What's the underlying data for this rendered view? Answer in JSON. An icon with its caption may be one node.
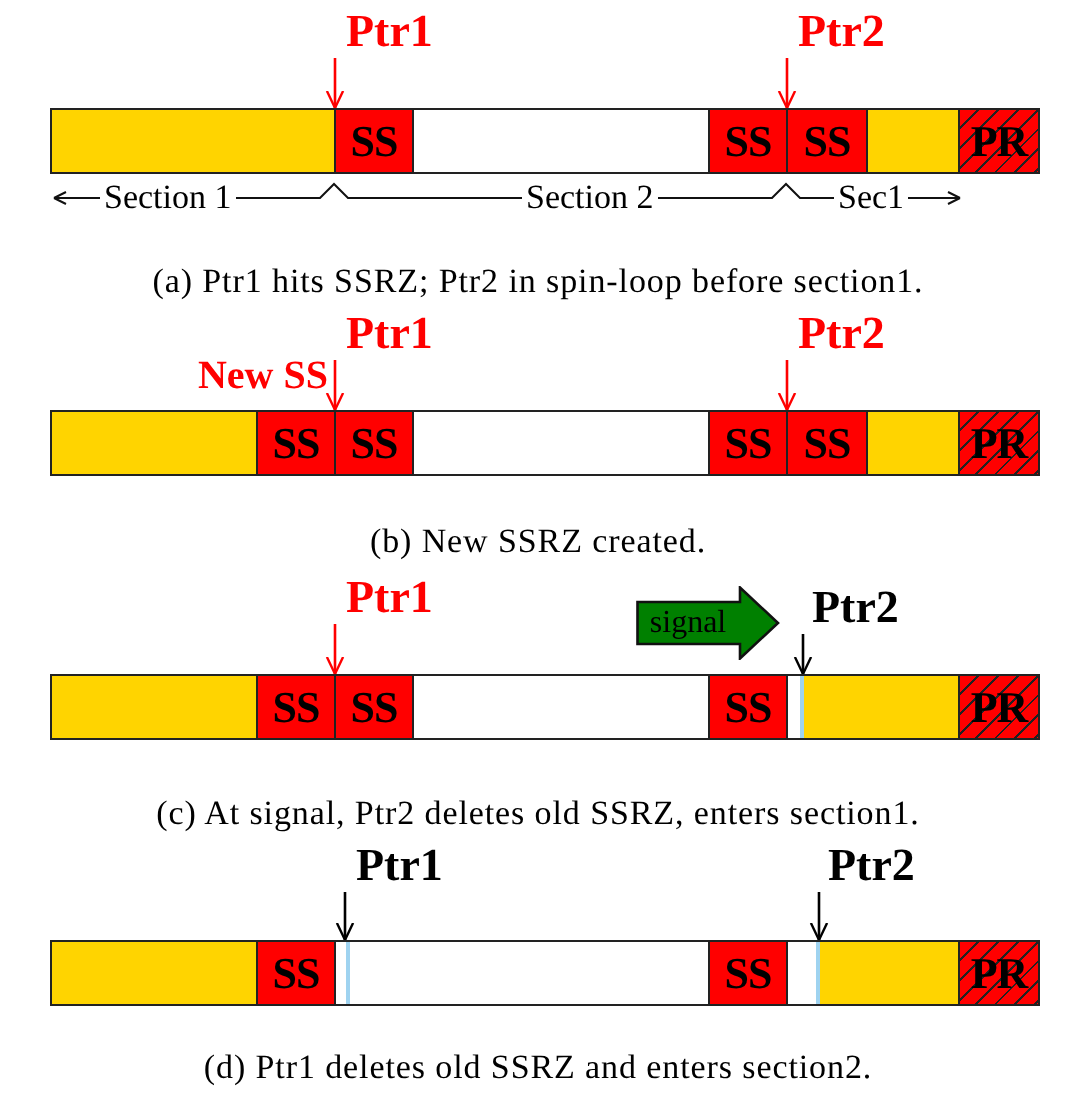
{
  "diagram": {
    "nodes": [
      {
        "text": [
          "Ptr1"
        ]
      },
      {
        "text": [
          "Ptr2"
        ]
      },
      {
        "text": [],
        "shape": "bar"
      },
      {
        "text": [],
        "shape": "box",
        "in": 2
      },
      {
        "text": [
          "SS"
        ],
        "in": 2
      },
      {
        "text": [],
        "shape": "box",
        "in": 2
      },
      {
        "text": [
          "SS"
        ],
        "in": 2
      },
      {
        "text": [
          "SS"
        ],
        "in": 2
      },
      {
        "text": [],
        "shape": "box",
        "in": 2
      },
      {
        "text": [
          "PR"
        ],
        "in": 2
      },
      {
        "text": [
          "Ptr1"
        ]
      },
      {
        "text": [
          "Ptr2"
        ]
      },
      {
        "text": [],
        "shape": "bar"
      },
      {
        "text": [],
        "shape": "box",
        "in": 12
      },
      {
        "text": [
          "SS"
        ],
        "in": 12
      },
      {
        "text": [
          "SS"
        ],
        "in": 12
      },
      {
        "text": [],
        "shape": "box",
        "in": 12
      },
      {
        "text": [
          "SS"
        ],
        "in": 12
      },
      {
        "text": [
          "SS"
        ],
        "in": 12
      },
      {
        "text": [],
        "shape": "box",
        "in": 12
      },
      {
        "text": [
          "PR"
        ],
        "in": 12
      },
      {
        "text": [
          "Ptr1"
        ]
      },
      {
        "text": [
          "signal"
        ]
      },
      {
        "text": [
          "Ptr2"
        ]
      },
      {
        "text": [],
        "shape": "bar"
      },
      {
        "text": [],
        "shape": "box",
        "in": 24
      },
      {
        "text": [
          "SS"
        ],
        "in": 24
      },
      {
        "text": [
          "SS"
        ],
        "in": 24
      },
      {
        "text": [],
        "shape": "box",
        "in": 24
      },
      {
        "text": [
          "SS"
        ],
        "in": 24
      },
      {
        "text": [],
        "shape": "box",
        "in": 24
      },
      {
        "text": [],
        "shape": "box",
        "in": 24
      },
      {
        "text": [
          "PR"
        ],
        "in": 24
      },
      {
        "text": [
          "Ptr1"
        ]
      },
      {
        "text": [
          "Ptr2"
        ]
      },
      {
        "text": [],
        "shape": "bar"
      },
      {
        "text": [],
        "shape": "box",
        "in": 35
      },
      {
        "text": [
          "SS"
        ],
        "in": 35
      },
      {
        "text": [],
        "shape": "box",
        "in": 35
      },
      {
        "text": [
          "SS"
        ],
        "in": 35
      },
      {
        "text": [],
        "shape": "box",
        "in": 35
      },
      {
        "text": [],
        "shape": "box",
        "in": 35
      },
      {
        "text": [
          "PR"
        ],
        "in": 35
      }
    ],
    "edges": [
      {
        "from": 0,
        "to": 4,
        "arrow": "to"
      },
      {
        "from": 1,
        "to": 7,
        "arrow": "to"
      },
      {
        "from": 10,
        "to": 15,
        "arrow": "to"
      },
      {
        "from": 11,
        "to": 18,
        "arrow": "to"
      },
      {
        "from": 21,
        "to": 27,
        "arrow": "to"
      },
      {
        "from": 23,
        "to": 31,
        "arrow": "to",
        "color": "#000000"
      },
      {
        "from": 33,
        "to": 38,
        "arrow": "to",
        "color": "#000000"
      },
      {
        "from": 34,
        "to": 41,
        "arrow": "to",
        "color": "#000000"
      }
    ],
    "labels": [
      "Section 1",
      "Section 2",
      "Sec1",
      "(a) Ptr1 hits SSRZ; Ptr2 in spin-loop before section1.",
      "New SS",
      "(b) New SSRZ created.",
      "(c) At signal, Ptr2 deletes old SSRZ, enters section1.",
      "(d) Ptr1 deletes old SSRZ and enters section2."
    ]
  }
}
